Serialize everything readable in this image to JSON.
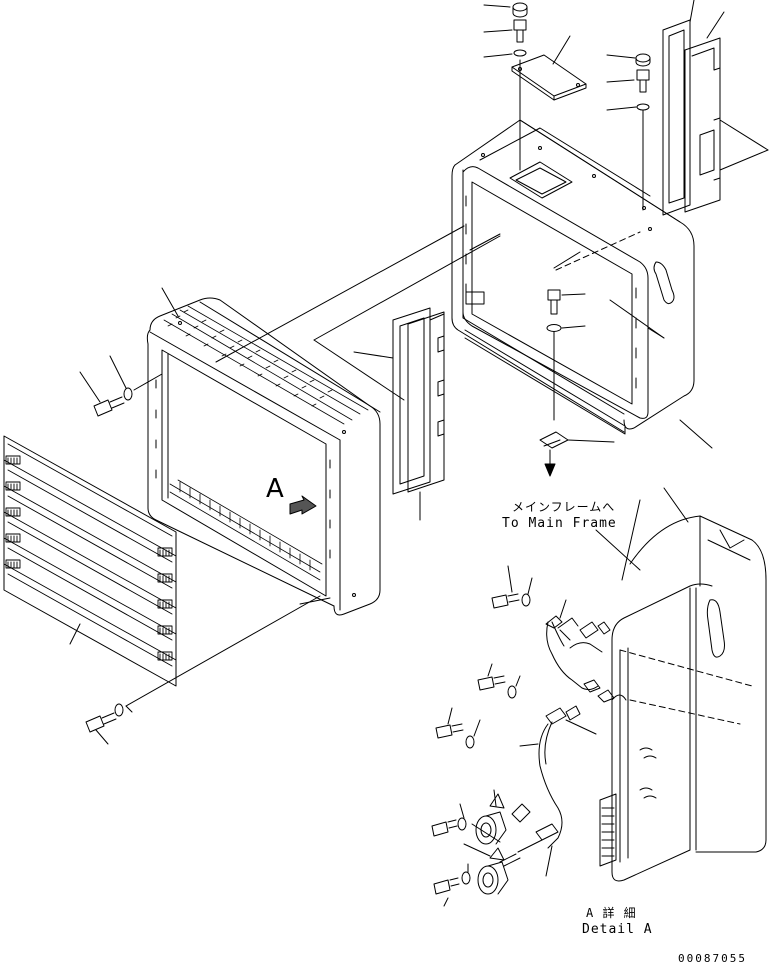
{
  "callouts": {
    "detail_marker": "A",
    "main_frame_jp": "メインフレームへ",
    "main_frame_en": "To Main Frame",
    "detail_jp": "A 詳 細",
    "detail_en": "Detail A",
    "drawing_number": "00087055"
  },
  "colors": {
    "line": "#000000",
    "background": "#ffffff",
    "arrow_fill": "#555555"
  },
  "parts": [
    "top-plate",
    "top-bolt",
    "top-washer",
    "top-cap",
    "side-plate-right",
    "housing-rear",
    "housing-front-frame",
    "front-louver-panel",
    "center-side-plate",
    "mount-bolt",
    "mount-washer",
    "ground-strap",
    "detail-a-housing",
    "harness",
    "horn"
  ]
}
